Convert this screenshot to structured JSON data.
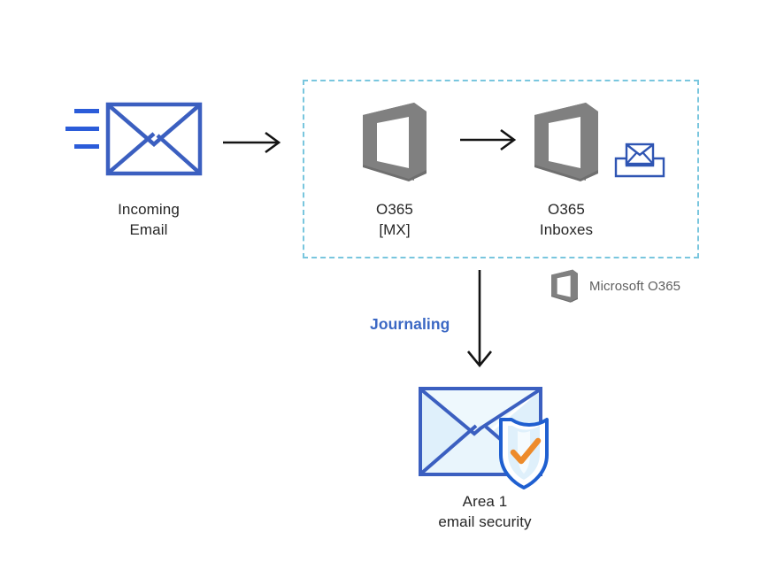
{
  "diagram": {
    "type": "flow-diagram",
    "title": "Area 1 email security journaling flow with Microsoft O365",
    "background_color": "#ffffff",
    "colors": {
      "envelope_blue": "#3b5fc0",
      "envelope_blue_dark": "#2f55b3",
      "speed_line_blue": "#2b5cd9",
      "o365_gray": "#808080",
      "dashed_border": "#79c6de",
      "arrow_black": "#141414",
      "journaling_text": "#3b68c4",
      "label_text": "#262626",
      "legend_text": "#5f5f5f",
      "shield_blue": "#1f5fd0",
      "shield_fill_light": "#d8eefb",
      "check_orange": "#ed8b2b",
      "envelope_fill_light": "#dff0fb",
      "envelope_fill_lighter": "#eef8fd"
    }
  },
  "nodes": {
    "incoming_email": {
      "label": "Incoming\nEmail",
      "icon": "envelope-icon"
    },
    "o365_mx": {
      "label": "O365\n[MX]",
      "icon": "office-365-icon"
    },
    "o365_inboxes": {
      "label": "O365\nInboxes",
      "icon": "office-365-icon",
      "secondary_icon": "inbox-tray-envelope-icon"
    },
    "area1": {
      "label": "Area 1\nemail security",
      "icon": "secure-envelope-shield-icon"
    }
  },
  "edges": {
    "incoming_to_mx": {
      "label": "",
      "direction": "right",
      "style": "solid-open-arrow"
    },
    "mx_to_inboxes": {
      "label": "",
      "direction": "right",
      "style": "solid-open-arrow"
    },
    "inboxes_to_area1": {
      "label": "Journaling",
      "direction": "down",
      "style": "solid-open-arrow"
    }
  },
  "region": {
    "name": "Microsoft O365 boundary",
    "style": "dashed"
  },
  "legend": {
    "items": [
      {
        "icon": "office-365-icon",
        "label": "Microsoft O365"
      }
    ]
  }
}
